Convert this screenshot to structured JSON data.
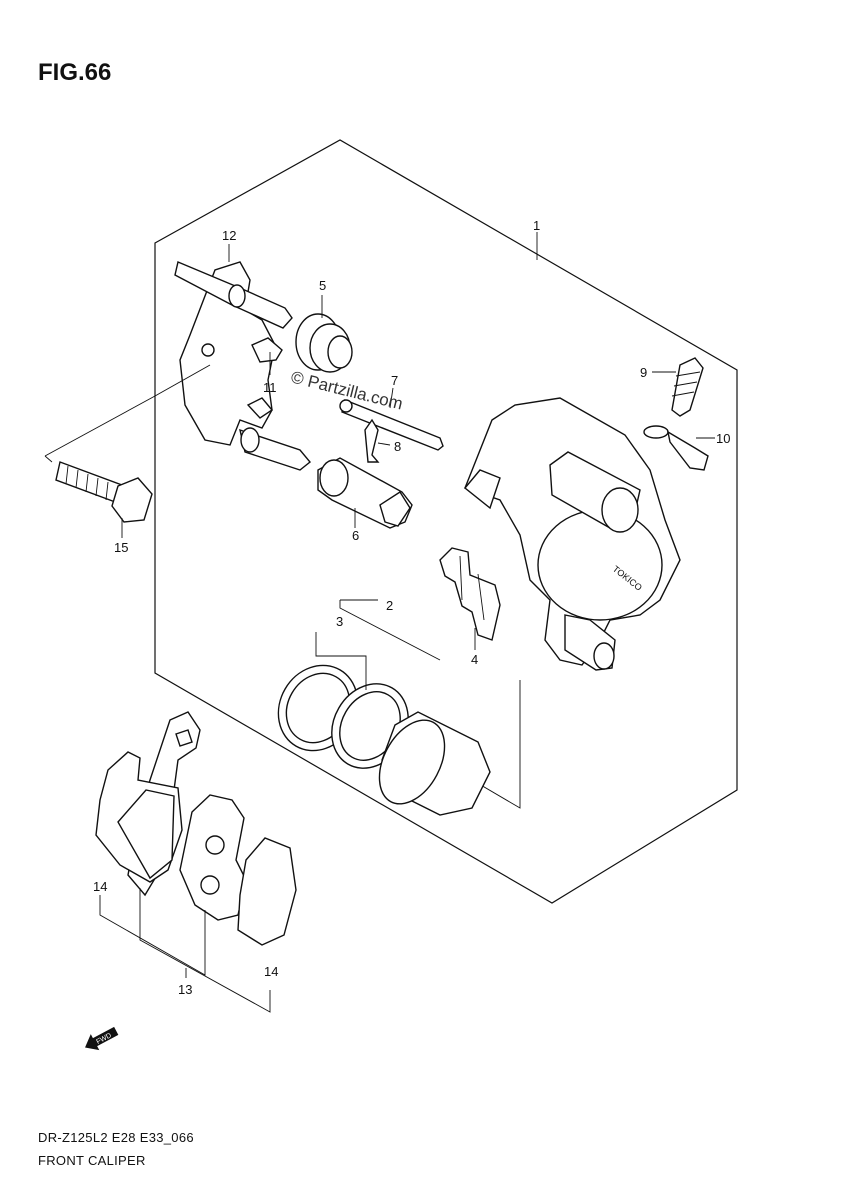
{
  "figure": {
    "title": "FIG.66",
    "model_code": "DR-Z125L2 E28 E33_066",
    "section_name": "FRONT CALIPER",
    "watermark": "© Partzilla.com",
    "fwd_label": "FWD",
    "caliper_brand": "TOKICO"
  },
  "callouts": [
    {
      "id": "1",
      "label": "1"
    },
    {
      "id": "2",
      "label": "2"
    },
    {
      "id": "3",
      "label": "3"
    },
    {
      "id": "4",
      "label": "4"
    },
    {
      "id": "5",
      "label": "5"
    },
    {
      "id": "6",
      "label": "6"
    },
    {
      "id": "7",
      "label": "7"
    },
    {
      "id": "8",
      "label": "8"
    },
    {
      "id": "9",
      "label": "9"
    },
    {
      "id": "10",
      "label": "10"
    },
    {
      "id": "11",
      "label": "11"
    },
    {
      "id": "12",
      "label": "12"
    },
    {
      "id": "13",
      "label": "13"
    },
    {
      "id": "14a",
      "label": "14"
    },
    {
      "id": "14b",
      "label": "14"
    },
    {
      "id": "15",
      "label": "15"
    }
  ]
}
